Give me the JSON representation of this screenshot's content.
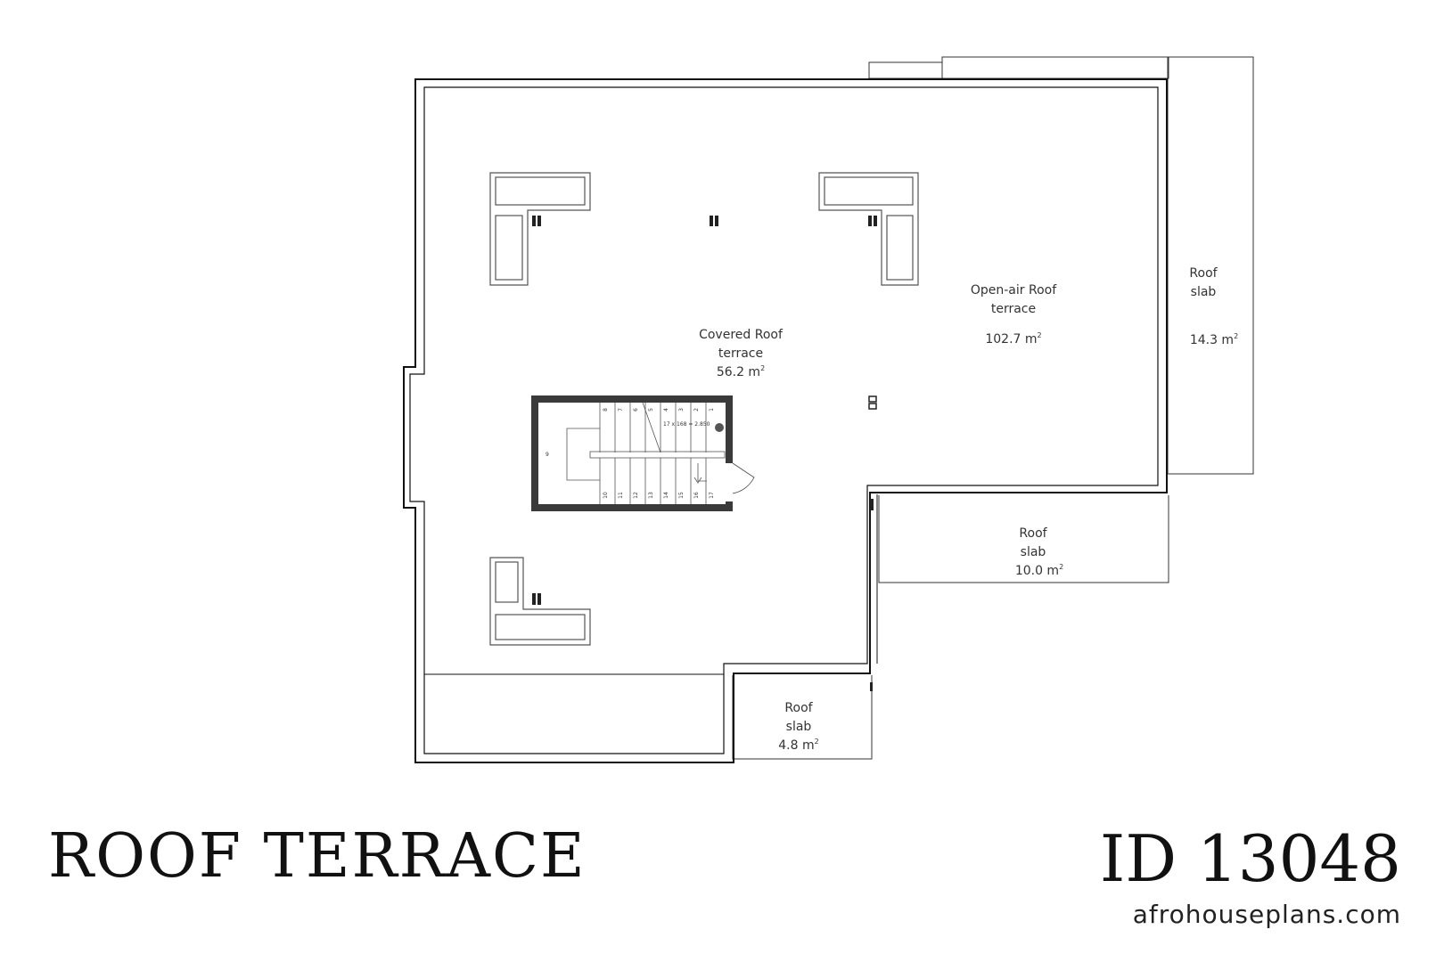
{
  "footer": {
    "title": "ROOF TERRACE",
    "plan_id": "ID 13048",
    "website": "afrohouseplans.com"
  },
  "rooms": {
    "covered_terrace": {
      "line1": "Covered Roof",
      "line2": "terrace",
      "area": "56.2 m",
      "unit_sup": "2"
    },
    "open_air_terrace": {
      "line1": "Open-air Roof",
      "line2": "terrace",
      "area": "102.7 m",
      "unit_sup": "2"
    },
    "roof_slab_east": {
      "line1": "Roof",
      "line2": "slab",
      "area": "14.3 m",
      "unit_sup": "2"
    },
    "roof_slab_mid": {
      "line1": "Roof",
      "line2": "slab",
      "area": "10.0 m",
      "unit_sup": "2"
    },
    "roof_slab_south": {
      "line1": "Roof",
      "line2": "slab",
      "area": "4.8 m",
      "unit_sup": "2"
    }
  },
  "stair": {
    "dimension_note": "17 x 168 = 2.850",
    "top_steps": [
      "8",
      "7",
      "6",
      "5",
      "4",
      "3",
      "2",
      "1"
    ],
    "landing_step": "9",
    "bottom_steps": [
      "10",
      "11",
      "12",
      "13",
      "14",
      "15",
      "16",
      "17"
    ]
  }
}
